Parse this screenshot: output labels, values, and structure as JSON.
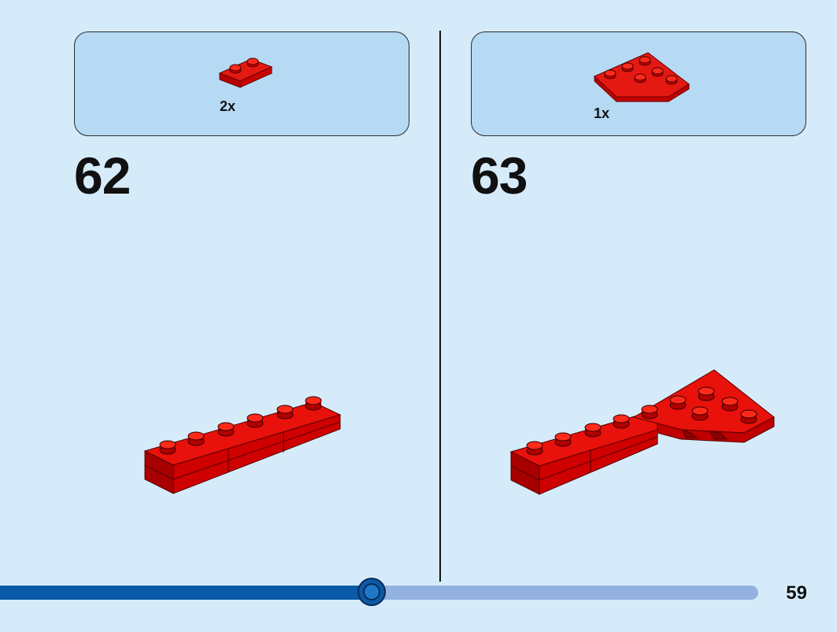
{
  "steps": [
    {
      "number": "62",
      "parts": [
        {
          "quantity": "2x",
          "part": "red-plate-1x2"
        }
      ]
    },
    {
      "number": "63",
      "parts": [
        {
          "quantity": "1x",
          "part": "red-wedge-plate"
        }
      ]
    }
  ],
  "page_number": "59",
  "progress": {
    "fraction": 0.49
  },
  "colors": {
    "background": "#d6ebfa",
    "parts_box": "#b6d9f4",
    "brick_red": "#e00000",
    "progress_fill": "#0a5aa8",
    "progress_track": "#93b1e1"
  }
}
